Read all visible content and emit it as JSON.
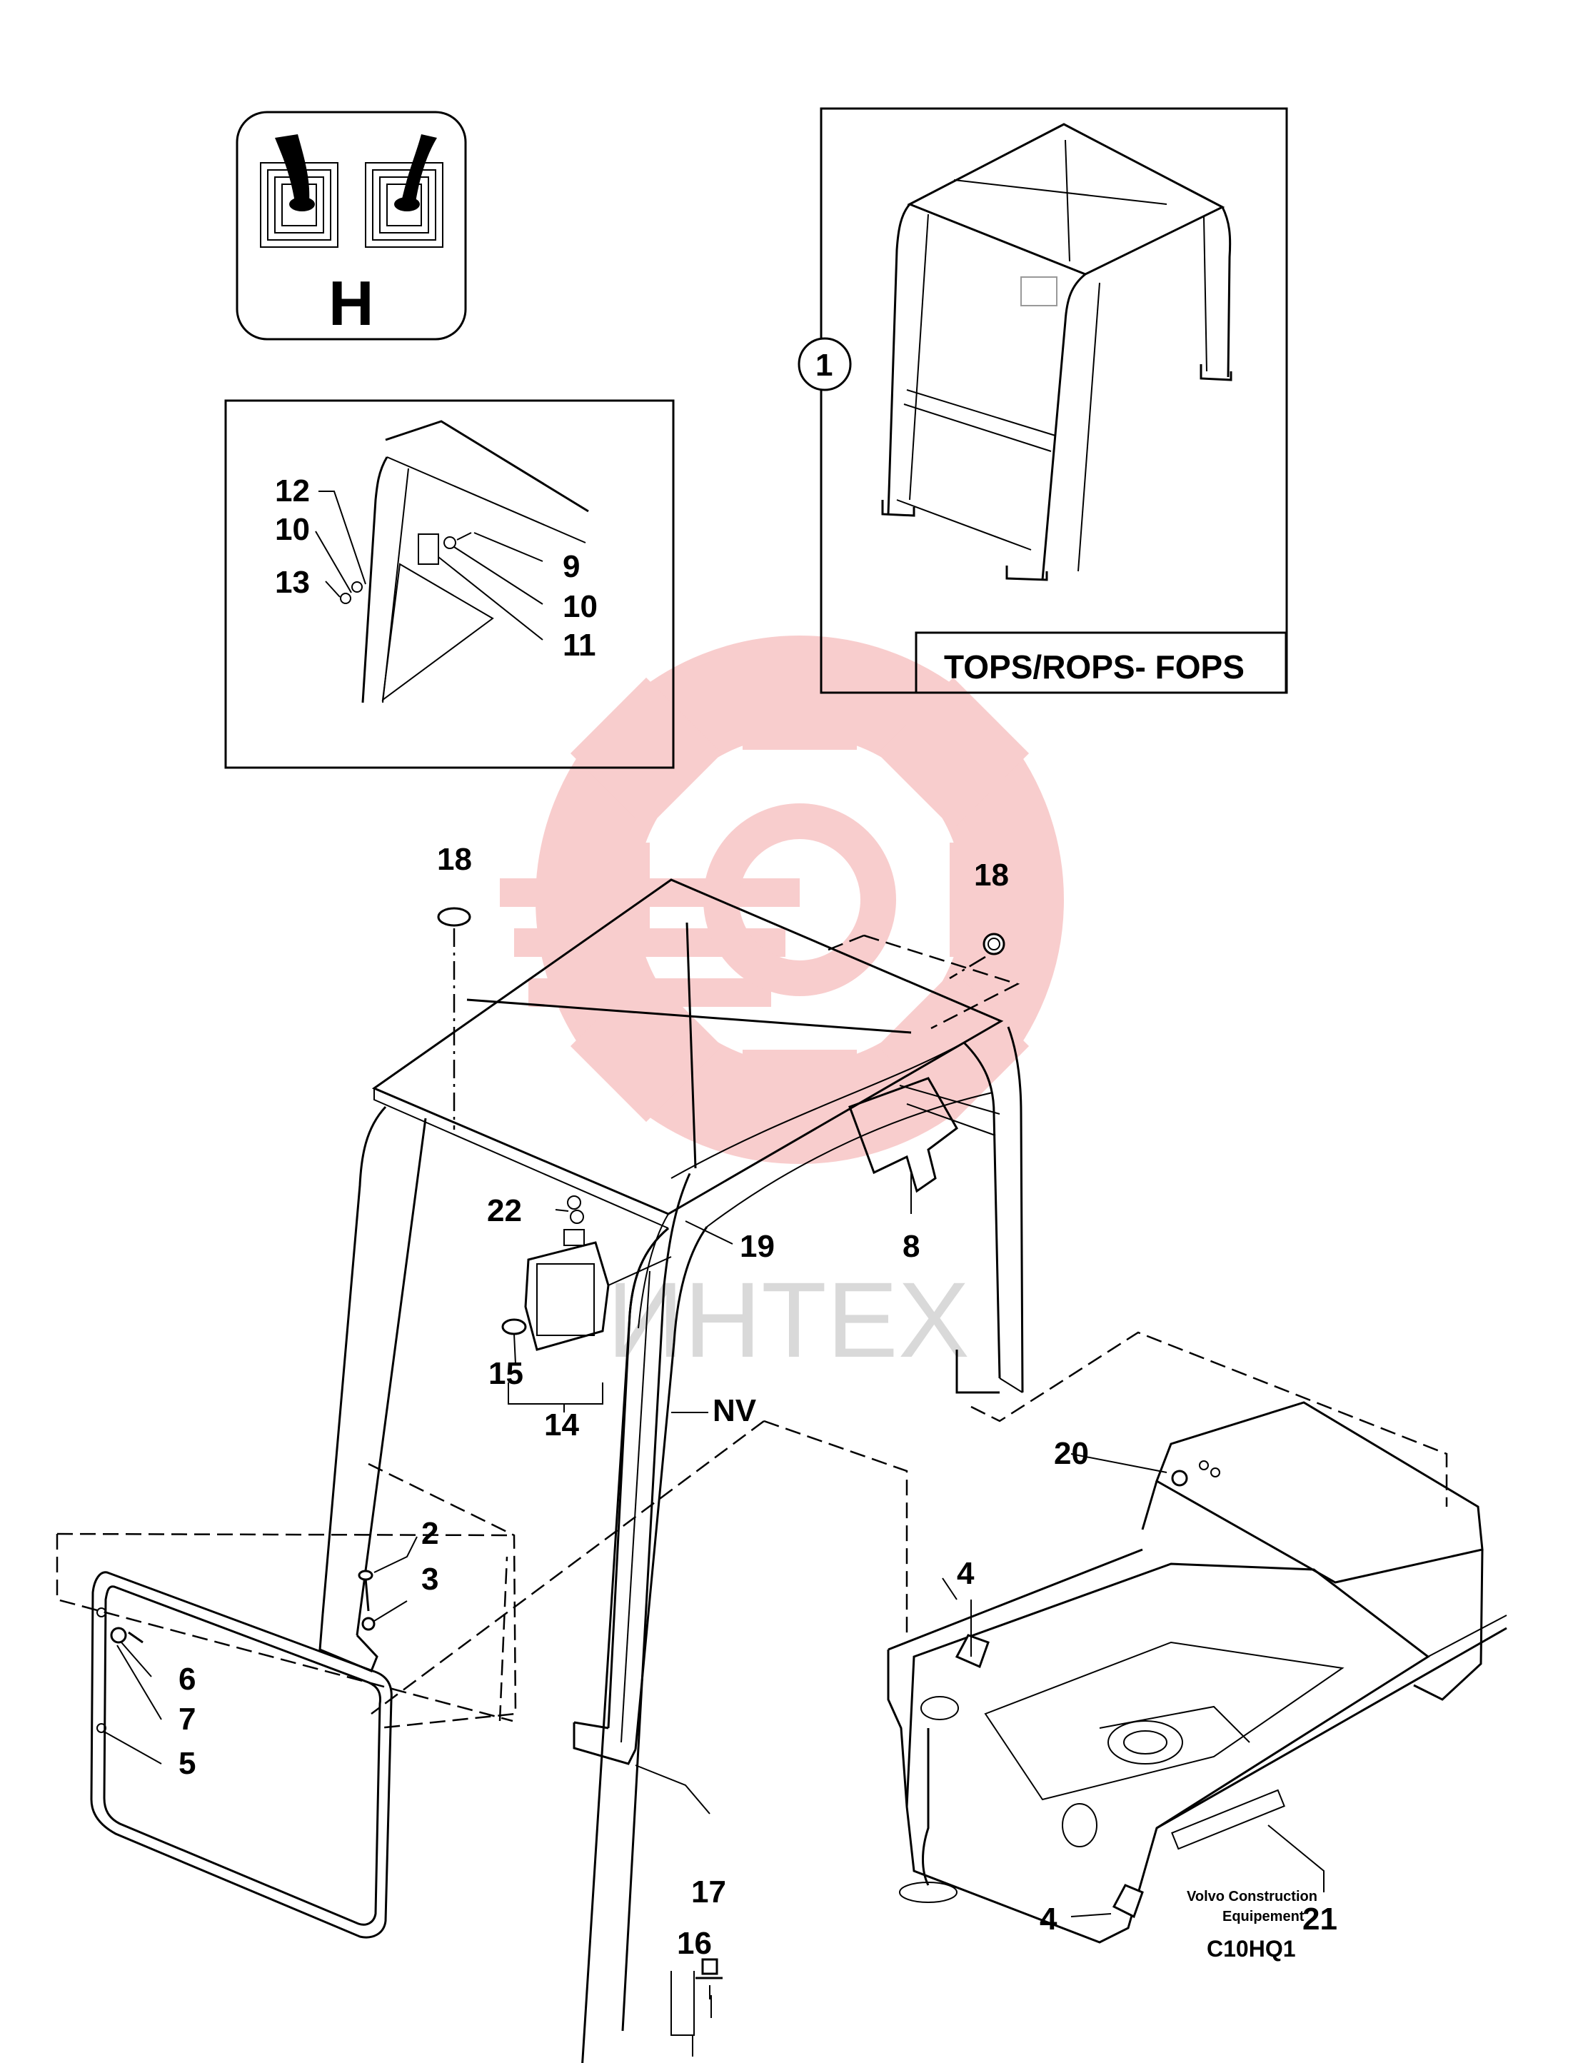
{
  "symbol": {
    "letter": "H"
  },
  "option_box": {
    "callout": "1",
    "caption": "TOPS/ROPS- FOPS"
  },
  "detail_callouts": [
    "12",
    "10",
    "13",
    "9",
    "10",
    "11"
  ],
  "main_callouts": [
    "18",
    "18",
    "22",
    "19",
    "8",
    "15",
    "14",
    "NV",
    "20",
    "2",
    "3",
    "4",
    "6",
    "7",
    "5",
    "4",
    "21",
    "17",
    "16"
  ],
  "watermark": {
    "text": "ИНТЕХ"
  },
  "footer": {
    "company_line1": "Volvo Construction",
    "company_line2": "Equipement",
    "drawing_code": "C10HQ1"
  },
  "colors": {
    "line": "#000000",
    "watermark_gear": "#f3a5a5",
    "watermark_text": "#d9d9d9",
    "background": "#ffffff"
  }
}
